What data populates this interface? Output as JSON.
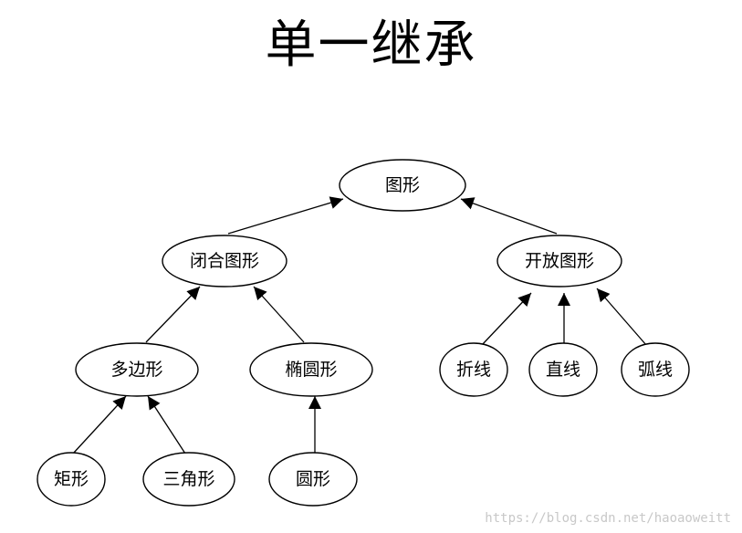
{
  "title": "单一继承",
  "nodes": {
    "shape": "图形",
    "closed_shape": "闭合图形",
    "open_shape": "开放图形",
    "polygon": "多边形",
    "ellipse": "椭圆形",
    "polyline": "折线",
    "straight_line": "直线",
    "arc": "弧线",
    "rectangle": "矩形",
    "triangle": "三角形",
    "circle": "圆形"
  },
  "watermark": "https://blog.csdn.net/haoaoweitt"
}
